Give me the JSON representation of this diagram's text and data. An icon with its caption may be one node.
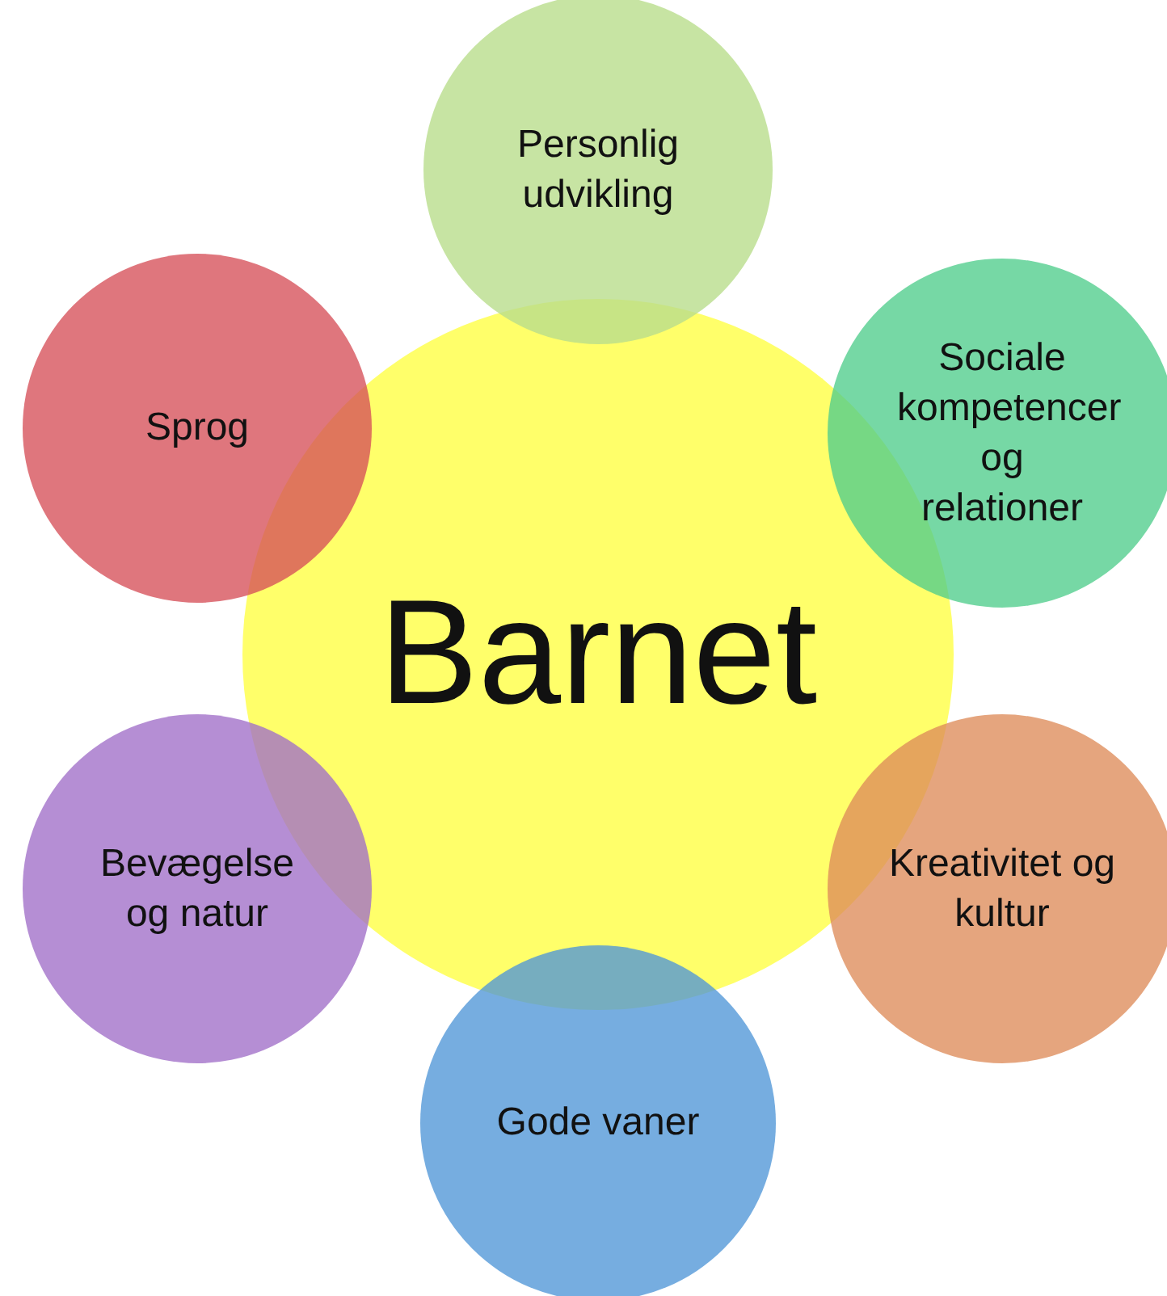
{
  "diagram": {
    "nodes": [
      {
        "text": [
          "Personlig udvikling"
        ]
      },
      {
        "text": [
          "Sprog"
        ]
      },
      {
        "text": [
          "Sociale kompetencer og relationer"
        ]
      },
      {
        "text": [
          "Barnet"
        ]
      },
      {
        "text": [
          "Bevægelse og natur"
        ]
      },
      {
        "text": [
          "Kreativitet og kultur"
        ]
      },
      {
        "text": [
          "Gode vaner"
        ]
      }
    ]
  }
}
